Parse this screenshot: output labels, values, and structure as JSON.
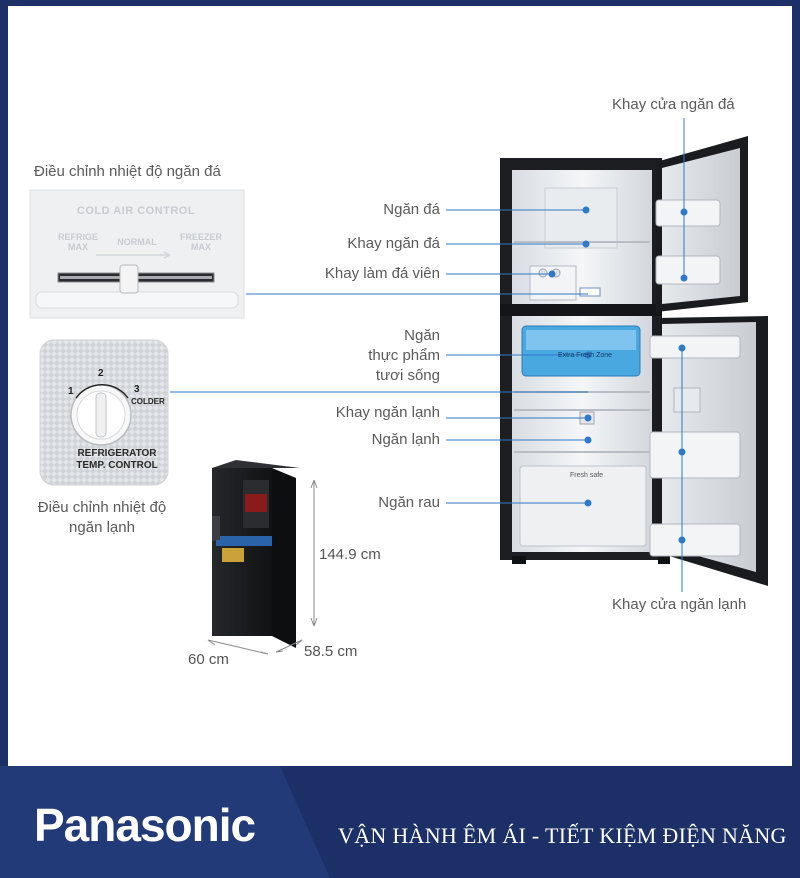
{
  "labels": {
    "freezer_door_tray": "Khay cửa ngăn đá",
    "freezer_temp": "Điều chỉnh nhiệt độ ngăn đá",
    "freezer": "Ngăn đá",
    "freezer_tray": "Khay ngăn đá",
    "ice_tray": "Khay làm đá viên",
    "fresh_line1": "Ngăn",
    "fresh_line2": "thực phẩm",
    "fresh_line3": "tươi sống",
    "fridge_tray": "Khay ngăn lạnh",
    "fridge": "Ngăn lạnh",
    "veg": "Ngăn rau",
    "fridge_temp_line1": "Điều chỉnh nhiệt độ",
    "fridge_temp_line2": "ngăn lạnh",
    "fridge_door_tray": "Khay cửa ngăn lạnh"
  },
  "dimensions": {
    "height": "144.9 cm",
    "width": "60 cm",
    "depth": "58.5 cm"
  },
  "slider_panel": {
    "title": "COLD AIR CONTROL",
    "left": "REFRIGE MAX",
    "center": "NORMAL",
    "right": "FREEZER MAX"
  },
  "dial_panel": {
    "n1": "1",
    "n2": "2",
    "n3": "3",
    "colder": "COLDER",
    "caption_line1": "REFRIGERATOR",
    "caption_line2": "TEMP. CONTROL"
  },
  "fridge_prints": {
    "fresh_zone": "Extra Fresh Zone",
    "fresh_safe": "Fresh safe"
  },
  "footer": {
    "brand": "Panasonic",
    "slogan": "VẬN HÀNH ÊM ÁI - TIẾT KIỆM ĐIỆN NĂNG"
  },
  "colors": {
    "footer_bg": "#1c2f66",
    "leader_line": "#2f79c8",
    "dot": "#2f79c8",
    "cabinet": "#1d1e22"
  }
}
